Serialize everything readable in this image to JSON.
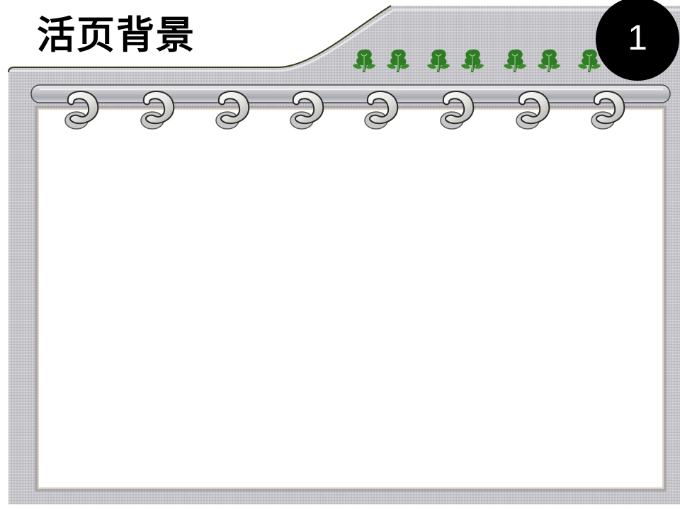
{
  "slide": {
    "title": "活页背景",
    "page_number": "1",
    "decor": {
      "ring_icon": "binder-ring-icon",
      "ring_count": 8,
      "leaf_icon": "clover-leaf-icon",
      "leaf_count": 7
    },
    "colors": {
      "frame_gray": "#c9c9cc",
      "frame_dark": "#9a9aa0",
      "leaf_green": "#2e7d24",
      "badge_black": "#000000",
      "paper_white": "#ffffff",
      "edge_olive": "#3a3a1c"
    },
    "content_area": ""
  }
}
